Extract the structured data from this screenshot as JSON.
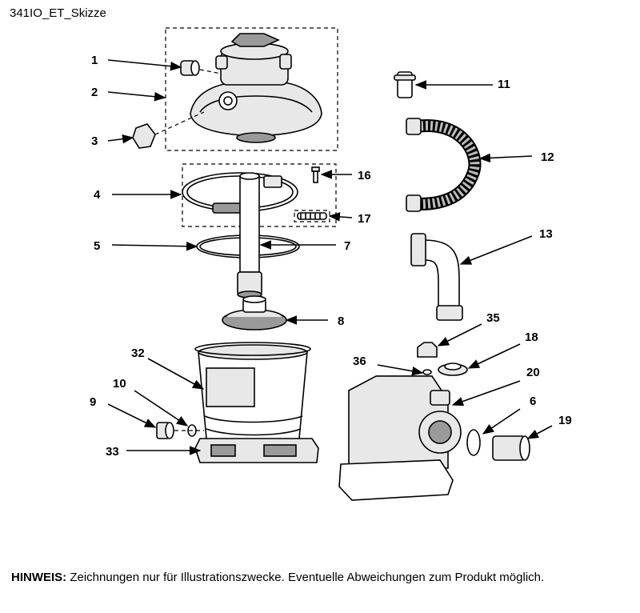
{
  "title": "341IO_ET_Skizze",
  "labels": [
    "1",
    "2",
    "3",
    "4",
    "5",
    "6",
    "7",
    "8",
    "9",
    "10",
    "11",
    "12",
    "13",
    "16",
    "17",
    "18",
    "19",
    "20",
    "32",
    "33",
    "35",
    "36"
  ],
  "note": {
    "prefix": "HINWEIS:",
    "text": " Zeichnungen nur für Illustrationszwecke. Eventuelle Abweichungen zum Produkt möglich."
  }
}
